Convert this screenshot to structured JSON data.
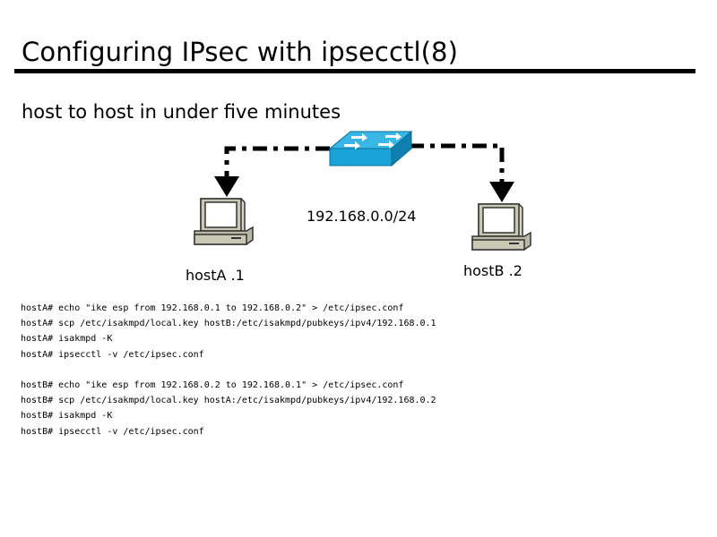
{
  "slide": {
    "title": "Configuring IPsec with ipsecctl(8)",
    "subtitle": "host to host in under five minutes"
  },
  "diagram": {
    "network_label": "192.168.0.0/24",
    "host_a_label": "hostA .1",
    "host_b_label": "hostB .2",
    "switch_color": "#1aa3d6",
    "computer_color": "#c8c8b4"
  },
  "commands": {
    "host_a": [
      "hostA# echo \"ike esp from 192.168.0.1 to 192.168.0.2\" > /etc/ipsec.conf",
      "hostA# scp /etc/isakmpd/local.key hostB:/etc/isakmpd/pubkeys/ipv4/192.168.0.1",
      "hostA# isakmpd -K",
      "hostA# ipsecctl -v /etc/ipsec.conf"
    ],
    "host_b": [
      "hostB# echo \"ike esp from 192.168.0.2 to 192.168.0.1\" > /etc/ipsec.conf",
      "hostB# scp /etc/isakmpd/local.key hostA:/etc/isakmpd/pubkeys/ipv4/192.168.0.2",
      "hostB# isakmpd -K",
      "hostB# ipsecctl -v /etc/ipsec.conf"
    ]
  }
}
